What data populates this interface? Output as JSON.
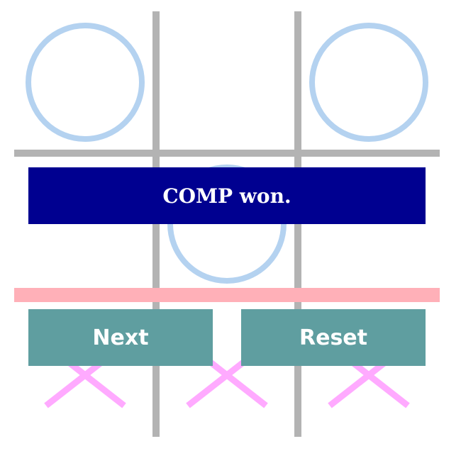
{
  "game": {
    "board": [
      [
        "O",
        "",
        "O"
      ],
      [
        "",
        "O",
        ""
      ],
      [
        "X",
        "X",
        "X"
      ]
    ],
    "winning_row": 3,
    "colors": {
      "grid": "#b3b3b3",
      "o_mark": "#b4d2f0",
      "x_mark": "#ffaaff",
      "win_line": "#ffb0b8",
      "banner_bg": "#000090",
      "button_bg": "#5f9ea0"
    }
  },
  "status": {
    "message": "COMP won."
  },
  "controls": {
    "next_label": "Next",
    "reset_label": "Reset"
  }
}
